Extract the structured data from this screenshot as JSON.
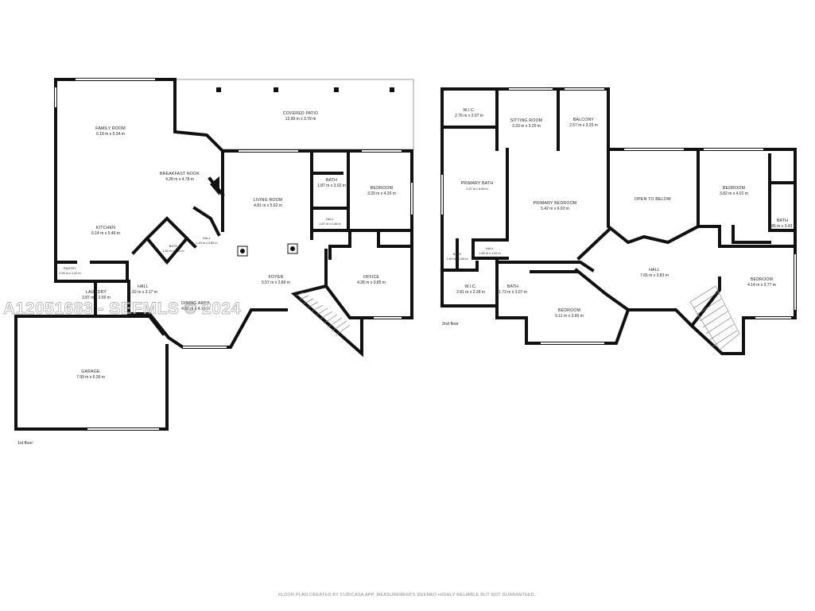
{
  "watermark": "A12051683 - SEFMLS © 2024",
  "footer": "FLOOR PLAN CREATED BY CUBICASA APP. MEASUREMENTS DEEMED HIGHLY RELIABLE BUT NOT GUARANTEED.",
  "floor1": {
    "label": "1st floor",
    "rooms": {
      "family_room": {
        "name": "FAMILY ROOM",
        "dims": "6.18 m x 5.34 m"
      },
      "covered_patio": {
        "name": "COVERED PATIO",
        "dims": "12.99 m x 3.79 m"
      },
      "breakfast_nook": {
        "name": "BREAKFAST NOOK",
        "dims": "4.28 m x 4.78 m"
      },
      "kitchen": {
        "name": "KITCHEN",
        "dims": "6.14 m x 5.46 m"
      },
      "living_room": {
        "name": "LIVING ROOM",
        "dims": "4.81 m x 5.62 m"
      },
      "bath1": {
        "name": "BATH",
        "dims": "1.87 m x 3.02 m"
      },
      "bedroom1": {
        "name": "BEDROOM",
        "dims": "3.29 m x 4.26 m"
      },
      "hall1": {
        "name": "HALL",
        "dims": "1.87 m x 1.36 m"
      },
      "bath2": {
        "name": "BATH",
        "dims": "1.54 m x 1.63 m"
      },
      "hall2": {
        "name": "HALL",
        "dims": "1.40 m x 3.80 m"
      },
      "pantry": {
        "name": "PANTRY",
        "dims": "0.94 m x 1.22 m"
      },
      "laundry": {
        "name": "LAUNDRY",
        "dims": "3.87 m x 2.00 m"
      },
      "hall3": {
        "name": "HALL",
        "dims": "1.92 m x 3.17 m"
      },
      "foyer": {
        "name": "FOYER",
        "dims": "5.57 m x 2.89 m"
      },
      "dining_area": {
        "name": "DINING AREA",
        "dims": "4.66 m x 4.10 m"
      },
      "office": {
        "name": "OFFICE",
        "dims": "4.28 m x 3.85 m"
      },
      "garage": {
        "name": "GARAGE",
        "dims": "7.99 m x 6.36 m"
      }
    }
  },
  "floor2": {
    "label": "2nd floor",
    "rooms": {
      "wic1": {
        "name": "W.I.C.",
        "dims": "2.76 m x 2.07 m"
      },
      "sitting_room": {
        "name": "SITTING ROOM",
        "dims": "3.33 m x 3.25 m"
      },
      "balcony": {
        "name": "BALCONY",
        "dims": "2.57 m x 3.25 m"
      },
      "primary_bath": {
        "name": "PRIMARY BATH",
        "dims": "3.37 m x 5.99 m"
      },
      "primary_bedroom": {
        "name": "PRIMARY BEDROOM",
        "dims": "5.42 m x 6.03 m"
      },
      "open_to_below": {
        "name": "OPEN TO BELOW",
        "dims": ""
      },
      "bedroom_a": {
        "name": "BEDROOM",
        "dims": "3.82 m x 4.01 m"
      },
      "bath_a": {
        "name": "BATH",
        "dims": "1.85 m x 3.43 m"
      },
      "bath_small": {
        "name": "BATH",
        "dims": "1.49 m x 1.65 m"
      },
      "hall_small": {
        "name": "HALL",
        "dims": "1.89 m x 1.02 m"
      },
      "hall_main": {
        "name": "HALL",
        "dims": "7.65 m x 3.83 m"
      },
      "wic2": {
        "name": "W.I.C.",
        "dims": "2.81 m x 2.28 m"
      },
      "bath_b": {
        "name": "BATH",
        "dims": "1.73 m x 3.07 m"
      },
      "bedroom_b": {
        "name": "BEDROOM",
        "dims": "5.11 m x 3.99 m"
      },
      "bedroom_c": {
        "name": "BEDROOM",
        "dims": "4.14 m x 3.77 m"
      }
    }
  }
}
